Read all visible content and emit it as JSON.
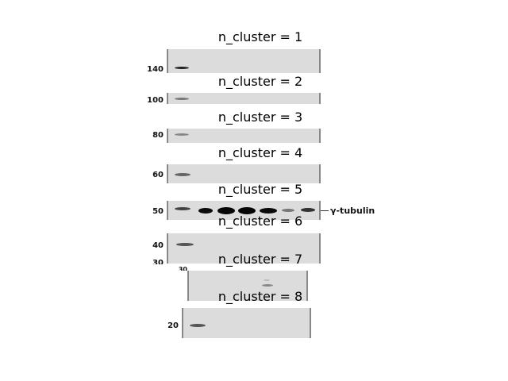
{
  "panels": [
    {
      "title": "n_cluster = 1",
      "marker": "140"
    },
    {
      "title": "n_cluster = 2",
      "marker": "100"
    },
    {
      "title": "n_cluster = 3",
      "marker": "80"
    },
    {
      "title": "n_cluster = 4",
      "marker": "60"
    },
    {
      "title": "n_cluster = 5",
      "marker": "50",
      "label": "γ-tubulin"
    },
    {
      "title": "n_cluster = 6",
      "marker": "40",
      "marker2": "30"
    },
    {
      "title": "n_cluster = 7",
      "marker": "30"
    },
    {
      "title": "n_cluster = 8",
      "marker": "20"
    }
  ]
}
